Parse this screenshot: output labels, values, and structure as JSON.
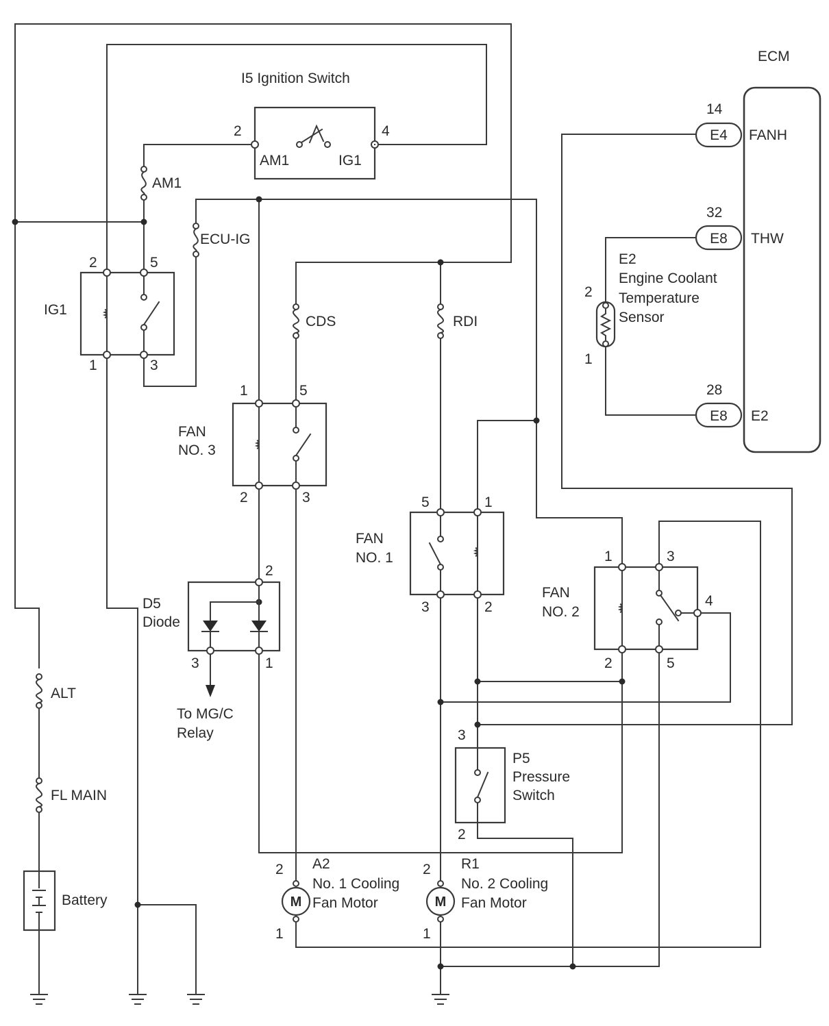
{
  "ecm": {
    "title": "ECM",
    "pins": [
      {
        "num": "14",
        "connector": "E4",
        "name": "FANH"
      },
      {
        "num": "32",
        "connector": "E8",
        "name": "THW"
      },
      {
        "num": "28",
        "connector": "E8",
        "name": "E2"
      }
    ]
  },
  "ignition_switch": {
    "title": "I5  Ignition Switch",
    "pin_left": "2",
    "pin_right": "4",
    "label_left": "AM1",
    "label_right": "IG1"
  },
  "fuses": {
    "am1": "AM1",
    "ecu_ig": "ECU-IG",
    "cds": "CDS",
    "rdi": "RDI",
    "alt": "ALT",
    "fl_main": "FL MAIN"
  },
  "ig1_relay": {
    "title": "IG1",
    "pins": [
      "2",
      "5",
      "1",
      "3"
    ]
  },
  "fan3_relay": {
    "title_line1": "FAN",
    "title_line2": "NO. 3",
    "pins": [
      "1",
      "5",
      "2",
      "3"
    ]
  },
  "fan1_relay": {
    "title_line1": "FAN",
    "title_line2": "NO. 1",
    "pins": [
      "5",
      "1",
      "3",
      "2"
    ]
  },
  "fan2_relay": {
    "title_line1": "FAN",
    "title_line2": "NO. 2",
    "pins": [
      "1",
      "3",
      "4",
      "2",
      "5"
    ]
  },
  "diode": {
    "title_line1": "D5",
    "title_line2": "Diode",
    "pins": [
      "2",
      "3",
      "1"
    ],
    "dest_line1": "To MG/C",
    "dest_line2": "Relay"
  },
  "sensor": {
    "line1": "E2",
    "line2": "Engine Coolant",
    "line3": "Temperature",
    "line4": "Sensor",
    "pins": [
      "2",
      "1"
    ]
  },
  "pressure_switch": {
    "line1": "P5",
    "line2": "Pressure",
    "line3": "Switch",
    "pins": [
      "3",
      "2"
    ]
  },
  "motor_a2": {
    "line1": "A2",
    "line2": "No. 1 Cooling",
    "line3": "Fan Motor",
    "pins": [
      "2",
      "1"
    ],
    "symbol": "M"
  },
  "motor_r1": {
    "line1": "R1",
    "line2": "No. 2 Cooling",
    "line3": "Fan Motor",
    "pins": [
      "2",
      "1"
    ],
    "symbol": "M"
  },
  "battery": {
    "label": "Battery"
  }
}
